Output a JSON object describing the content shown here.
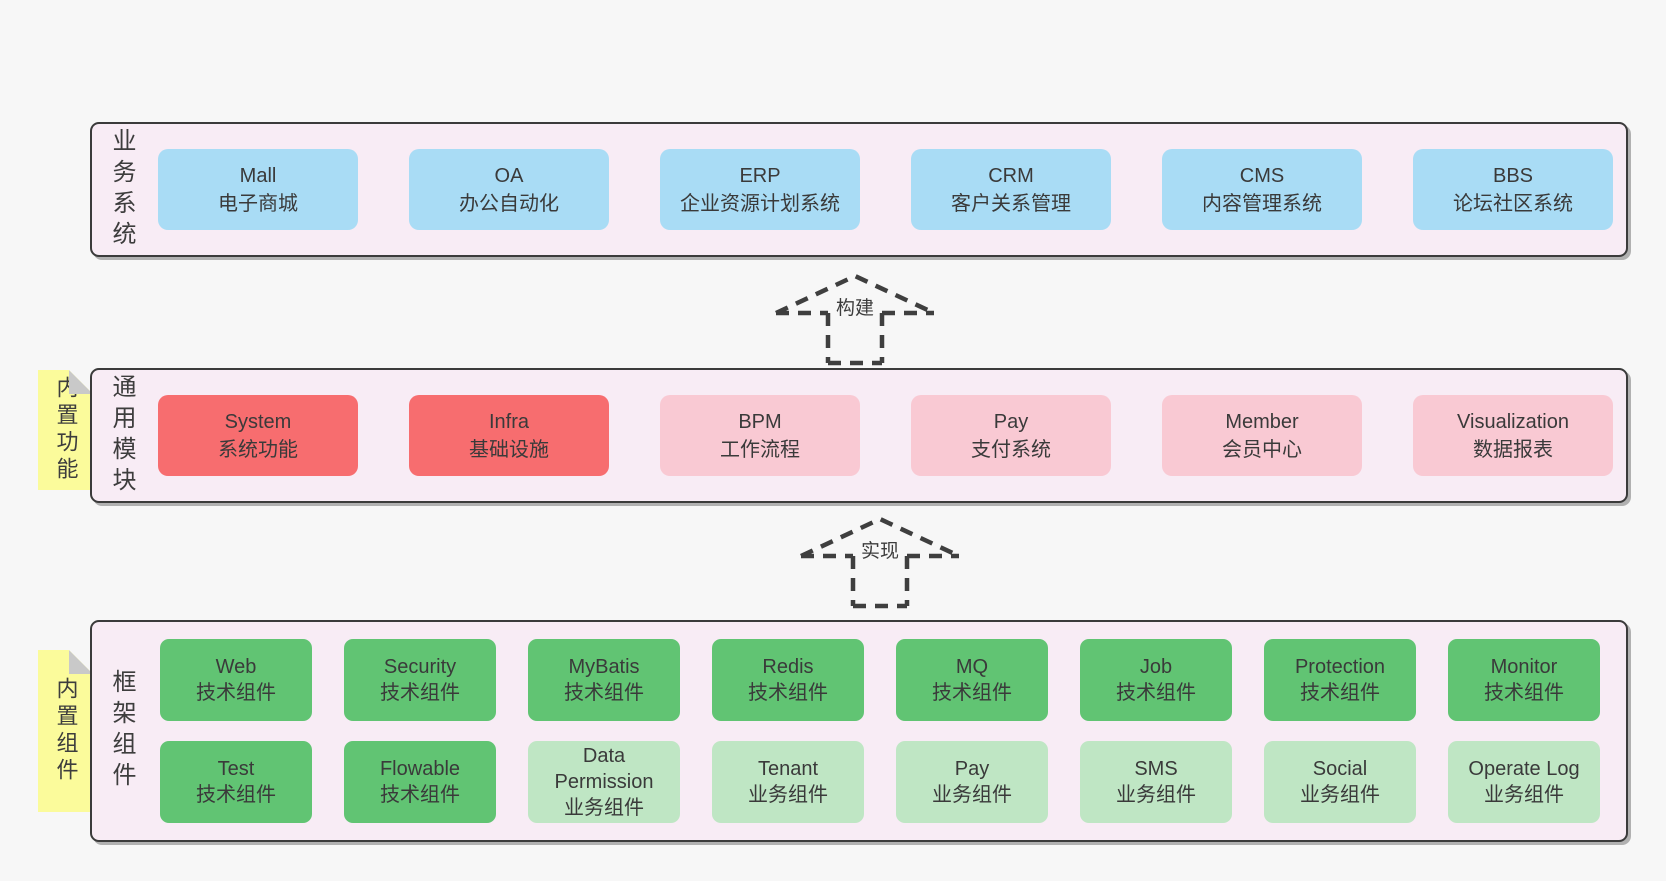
{
  "colors": {
    "page_bg": "#f7f7f7",
    "panel_bg": "#f8ecf5",
    "panel_border": "#3b3b3b",
    "text": "#3d3d3d",
    "blue": "#a9dcf5",
    "red": "#f76d6f",
    "pink": "#f9c9d3",
    "green": "#61c473",
    "lightgreen": "#bfe6c4",
    "sticky_yellow": "#fbfb9b",
    "sticky_fold": "#c9c9c9"
  },
  "arrows": [
    {
      "label": "构建"
    },
    {
      "label": "实现"
    }
  ],
  "layers": {
    "business": {
      "label": "业务系统",
      "boxes": [
        {
          "en": "Mall",
          "zh": "电子商城",
          "color": "blue"
        },
        {
          "en": "OA",
          "zh": "办公自动化",
          "color": "blue"
        },
        {
          "en": "ERP",
          "zh": "企业资源计划系统",
          "color": "blue"
        },
        {
          "en": "CRM",
          "zh": "客户关系管理",
          "color": "blue"
        },
        {
          "en": "CMS",
          "zh": "内容管理系统",
          "color": "blue"
        },
        {
          "en": "BBS",
          "zh": "论坛社区系统",
          "color": "blue"
        }
      ]
    },
    "modules": {
      "label": "通用模块",
      "sticky": "内置功能",
      "boxes": [
        {
          "en": "System",
          "zh": "系统功能",
          "color": "red"
        },
        {
          "en": "Infra",
          "zh": "基础设施",
          "color": "red"
        },
        {
          "en": "BPM",
          "zh": "工作流程",
          "color": "pink"
        },
        {
          "en": "Pay",
          "zh": "支付系统",
          "color": "pink"
        },
        {
          "en": "Member",
          "zh": "会员中心",
          "color": "pink"
        },
        {
          "en": "Visualization",
          "zh": "数据报表",
          "color": "pink"
        }
      ]
    },
    "components": {
      "label": "框架组件",
      "sticky": "内置组件",
      "rows": [
        [
          {
            "en": "Web",
            "zh": "技术组件",
            "color": "green"
          },
          {
            "en": "Security",
            "zh": "技术组件",
            "color": "green"
          },
          {
            "en": "MyBatis",
            "zh": "技术组件",
            "color": "green"
          },
          {
            "en": "Redis",
            "zh": "技术组件",
            "color": "green"
          },
          {
            "en": "MQ",
            "zh": "技术组件",
            "color": "green"
          },
          {
            "en": "Job",
            "zh": "技术组件",
            "color": "green"
          },
          {
            "en": "Protection",
            "zh": "技术组件",
            "color": "green"
          },
          {
            "en": "Monitor",
            "zh": "技术组件",
            "color": "green"
          }
        ],
        [
          {
            "en": "Test",
            "zh": "技术组件",
            "color": "green"
          },
          {
            "en": "Flowable",
            "zh": "技术组件",
            "color": "green"
          },
          {
            "en": "Data Permission",
            "zh": "业务组件",
            "color": "lightgreen"
          },
          {
            "en": "Tenant",
            "zh": "业务组件",
            "color": "lightgreen"
          },
          {
            "en": "Pay",
            "zh": "业务组件",
            "color": "lightgreen"
          },
          {
            "en": "SMS",
            "zh": "业务组件",
            "color": "lightgreen"
          },
          {
            "en": "Social",
            "zh": "业务组件",
            "color": "lightgreen"
          },
          {
            "en": "Operate Log",
            "zh": "业务组件",
            "color": "lightgreen"
          }
        ]
      ]
    }
  }
}
